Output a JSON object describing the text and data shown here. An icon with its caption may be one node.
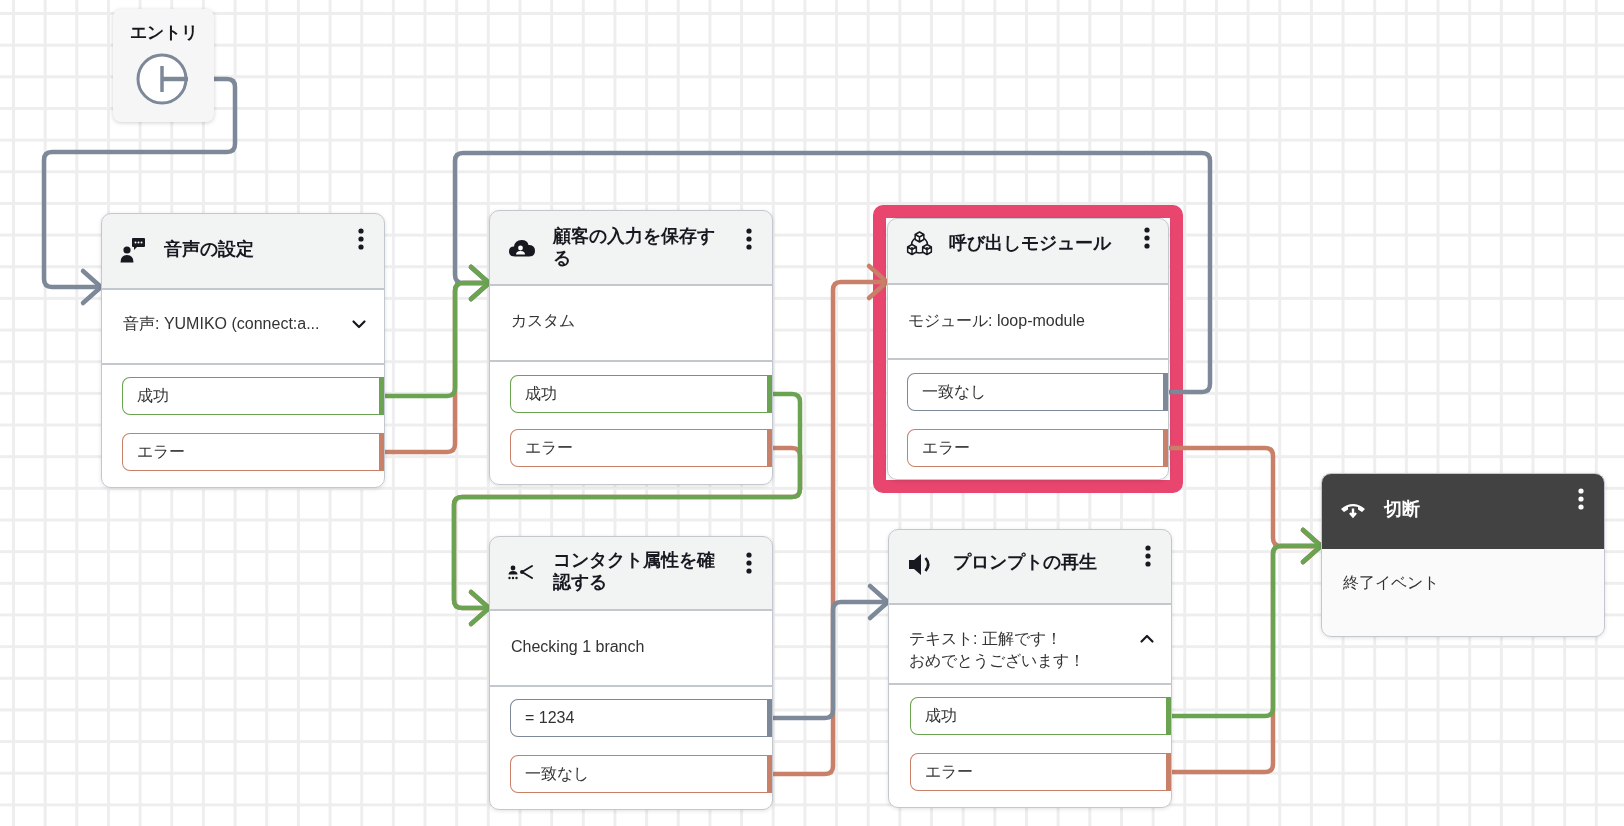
{
  "diagram": {
    "nodes": [
      {
        "text": [
          "エントリ"
        ]
      },
      {
        "text": [],
        "shape": "circle",
        "in": 0
      },
      {
        "text": [
          "音声の設定",
          "音声: YUMIKO (connect:a..."
        ]
      },
      {
        "text": [
          "成功"
        ],
        "in": 2
      },
      {
        "text": [
          "エラー"
        ],
        "in": 2
      },
      {
        "text": [
          "顧客の入力を保存する",
          "カスタム"
        ]
      },
      {
        "text": [
          "成功"
        ],
        "in": 5
      },
      {
        "text": [
          "エラー"
        ],
        "in": 5
      },
      {
        "text": [
          "呼び出しモジュール",
          "モジュール: loop-module"
        ]
      },
      {
        "text": [
          "一致なし"
        ],
        "in": 8
      },
      {
        "text": [
          "エラー"
        ],
        "in": 8
      },
      {
        "text": [
          "コンタクト属性を確認する",
          "Checking 1 branch"
        ]
      },
      {
        "text": [
          "= 1234"
        ],
        "in": 11
      },
      {
        "text": [
          "一致なし"
        ],
        "in": 11
      },
      {
        "text": [
          "プロンプトの再生",
          "テキスト: 正解です！おめでとうございます！"
        ]
      },
      {
        "text": [
          "成功"
        ],
        "in": 14
      },
      {
        "text": [
          "エラー"
        ],
        "in": 14
      },
      {
        "text": [
          "切断",
          "終了イベント"
        ]
      }
    ],
    "edges": [
      {
        "from": 4,
        "to": 5,
        "arrow": "to"
      },
      {
        "from": 7,
        "to": 11,
        "arrow": "to"
      },
      {
        "from": 10,
        "to": 17,
        "arrow": "to"
      },
      {
        "from": 13,
        "to": 8,
        "arrow": "to"
      },
      {
        "from": 16,
        "to": 17,
        "arrow": "to"
      },
      {
        "from": 1,
        "to": 2,
        "arrow": "to",
        "color": "#7d8998"
      },
      {
        "from": 9,
        "to": 5,
        "arrow": "to",
        "color": "#7d8998"
      },
      {
        "from": 12,
        "to": 14,
        "arrow": "to",
        "color": "#7d8998"
      },
      {
        "from": 3,
        "to": 5,
        "arrow": "to",
        "color": "#6aa352"
      },
      {
        "from": 6,
        "to": 11,
        "arrow": "to",
        "color": "#6aa352"
      },
      {
        "from": 15,
        "to": 17,
        "arrow": "to",
        "color": "#6aa352"
      }
    ]
  }
}
